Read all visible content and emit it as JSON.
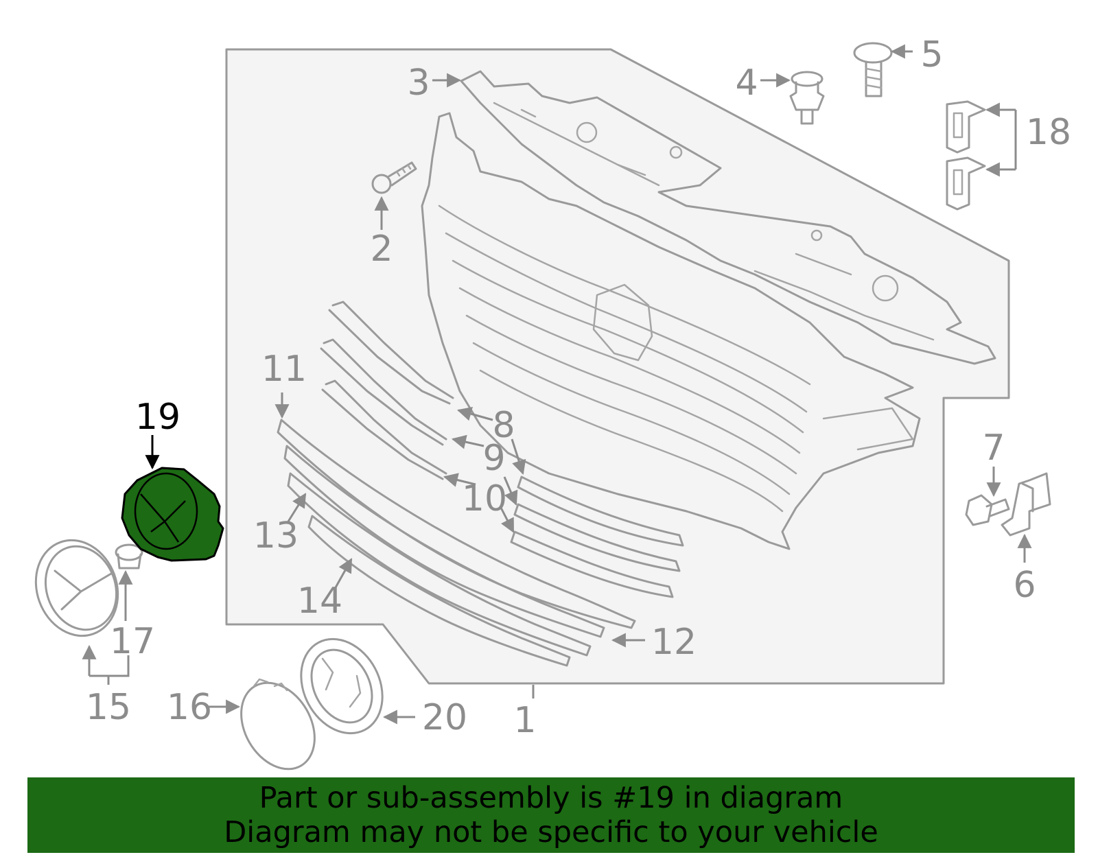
{
  "highlighted_part": "19",
  "labels": {
    "p1": "1",
    "p2": "2",
    "p3": "3",
    "p4": "4",
    "p5": "5",
    "p6": "6",
    "p7": "7",
    "p8": "8",
    "p9": "9",
    "p10": "10",
    "p11": "11",
    "p12": "12",
    "p13": "13",
    "p14": "14",
    "p15": "15",
    "p16": "16",
    "p17": "17",
    "p18": "18",
    "p19": "19",
    "p20": "20"
  },
  "banner": {
    "line1": "Part or sub-assembly is #19 in diagram",
    "line2": "Diagram may not be specific to your vehicle"
  },
  "colors": {
    "highlight": "#1c6a14",
    "banner_bg": "#1c6a14",
    "line": "#9a9a9a",
    "label": "#8c8c8c"
  }
}
